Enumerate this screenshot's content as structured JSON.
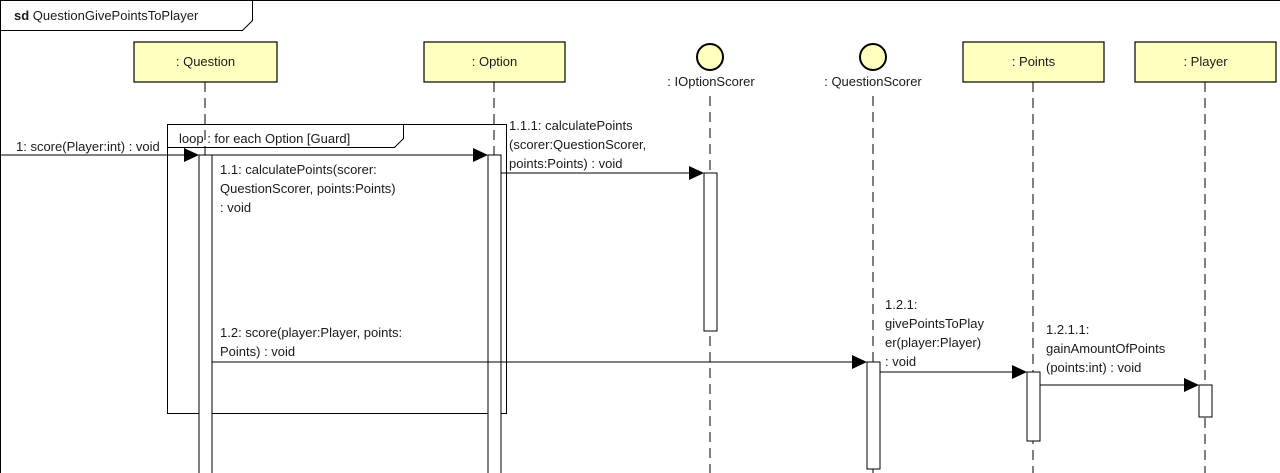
{
  "frame": {
    "keyword": "sd",
    "name": "QuestionGivePointsToPlayer"
  },
  "lifelines": [
    {
      "id": "question",
      "label": ": Question",
      "kind": "box"
    },
    {
      "id": "option",
      "label": ": Option",
      "kind": "box"
    },
    {
      "id": "ioptionscorer",
      "label": ": IOptionScorer",
      "kind": "circle"
    },
    {
      "id": "questionscorer",
      "label": ": QuestionScorer",
      "kind": "circle"
    },
    {
      "id": "points",
      "label": ": Points",
      "kind": "box"
    },
    {
      "id": "player",
      "label": ": Player",
      "kind": "box"
    }
  ],
  "loop": {
    "keyword": "loop",
    "condition": "for each Option  [Guard]"
  },
  "messages": [
    {
      "id": "m1",
      "lines": [
        "1: score(Player:int) : void"
      ]
    },
    {
      "id": "m11",
      "lines": [
        "1.1: calculatePoints(scorer:",
        "QuestionScorer, points:Points)",
        ": void"
      ]
    },
    {
      "id": "m111",
      "lines": [
        "1.1.1: calculatePoints",
        "(scorer:QuestionScorer,",
        "points:Points) : void"
      ]
    },
    {
      "id": "m12",
      "lines": [
        "1.2: score(player:Player, points:",
        "Points) : void"
      ]
    },
    {
      "id": "m121",
      "lines": [
        "1.2.1:",
        "givePointsToPlay",
        "er(player:Player)",
        ": void"
      ]
    },
    {
      "id": "m1211",
      "lines": [
        "1.2.1.1:",
        "gainAmountOfPoints",
        "(points:int) : void"
      ]
    }
  ],
  "colors": {
    "lifeline_fill": "#ffffc0",
    "line": "#000000",
    "activation_fill": "#ffffff"
  }
}
